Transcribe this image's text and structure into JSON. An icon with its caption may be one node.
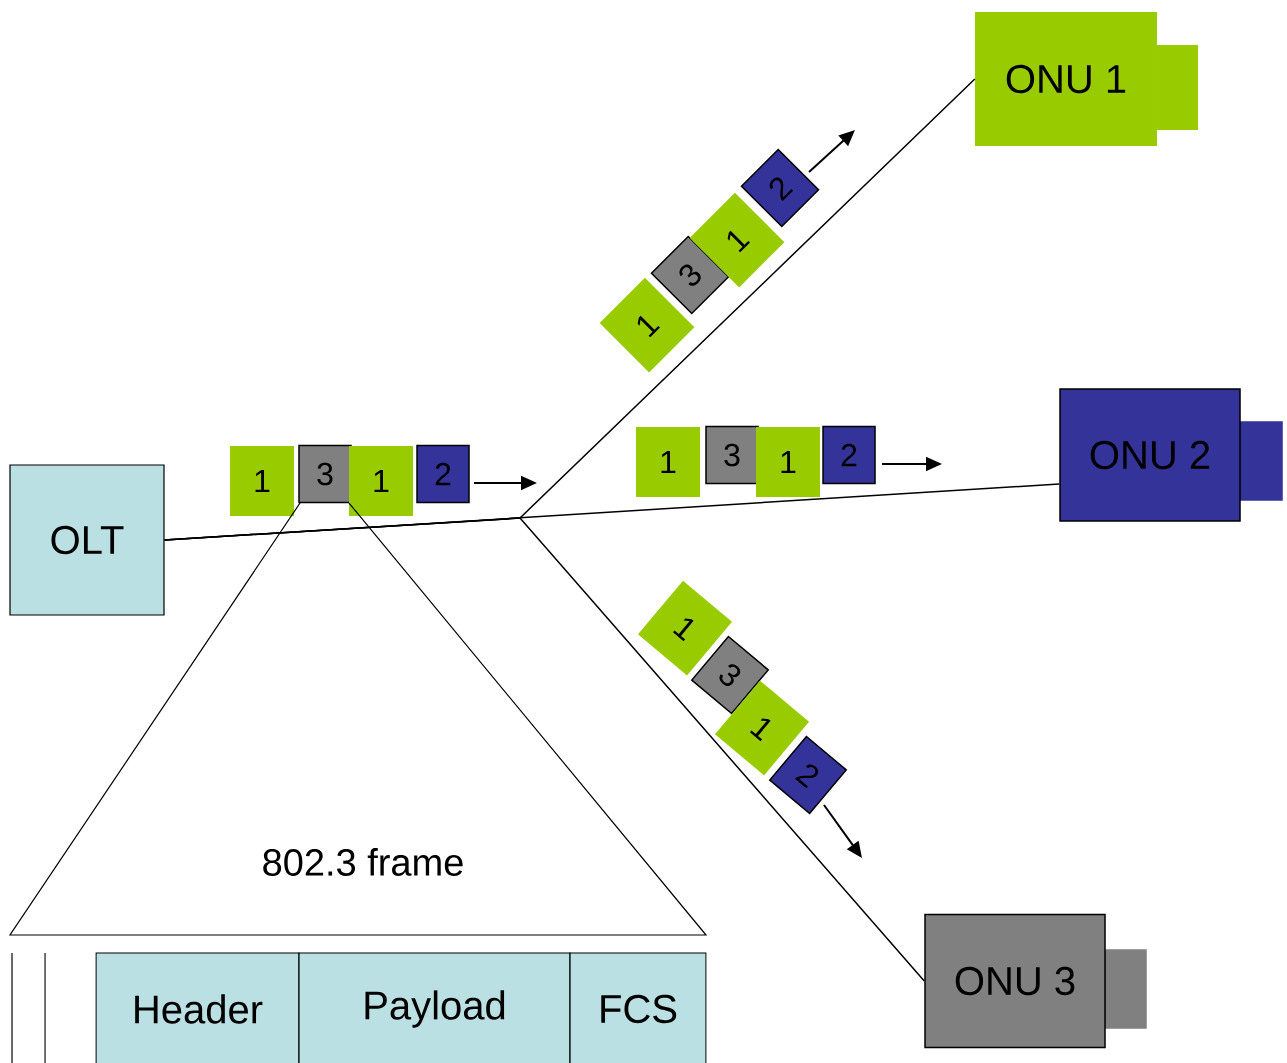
{
  "diagram": {
    "nodes": [
      {
        "text": [
          "OLT"
        ]
      },
      {
        "text": [
          "ONU 1"
        ]
      },
      {
        "text": [
          "ONU 2"
        ]
      },
      {
        "text": [
          "ONU 3"
        ]
      },
      {
        "text": [
          "1"
        ]
      },
      {
        "text": [
          "3"
        ]
      },
      {
        "text": [
          "1"
        ]
      },
      {
        "text": [
          "2"
        ]
      },
      {
        "text": [
          "1"
        ]
      },
      {
        "text": [
          "3"
        ]
      },
      {
        "text": [
          "1"
        ]
      },
      {
        "text": [
          "2"
        ]
      },
      {
        "text": [
          "1"
        ]
      },
      {
        "text": [
          "3"
        ]
      },
      {
        "text": [
          "1"
        ]
      },
      {
        "text": [
          "2"
        ]
      },
      {
        "text": [
          "1"
        ]
      },
      {
        "text": [
          "3"
        ]
      },
      {
        "text": [
          "1"
        ]
      },
      {
        "text": [
          "2"
        ]
      },
      {
        "text": [
          "802.3 frame"
        ]
      },
      {
        "text": [
          "Header"
        ]
      },
      {
        "text": [
          "Payload"
        ]
      },
      {
        "text": [
          "FCS"
        ]
      }
    ],
    "edges": [
      {
        "from": 0,
        "to": 1,
        "arrow": "none"
      },
      {
        "from": 0,
        "to": 2,
        "arrow": "none"
      },
      {
        "from": 0,
        "to": 3,
        "arrow": "none"
      }
    ]
  }
}
